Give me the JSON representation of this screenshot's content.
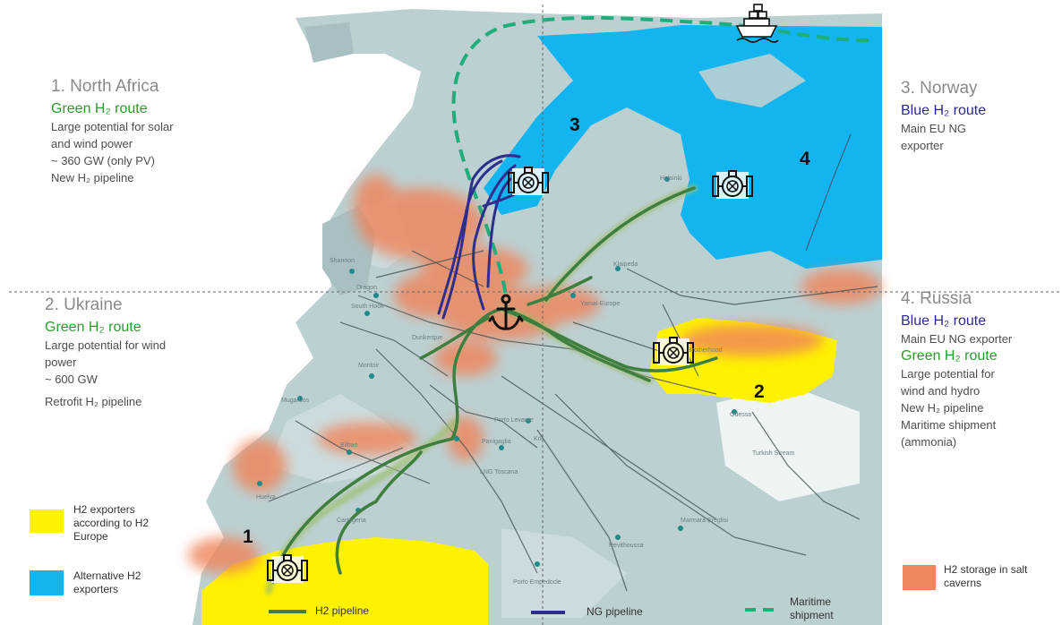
{
  "regions": {
    "north_africa": {
      "title": "1. North Africa",
      "route": "Green H₂ route",
      "lines": [
        "Large potential for solar",
        "and wind power",
        "~ 360 GW (only PV)",
        "New H₂ pipeline"
      ]
    },
    "ukraine": {
      "title": "2. Ukraine",
      "route": "Green H₂ route",
      "lines": [
        "Large potential for wind",
        "power",
        "~ 600 GW",
        "Retrofit H₂ pipeline"
      ]
    },
    "norway": {
      "title": "3. Norway",
      "route": "Blue H₂ route",
      "lines": [
        "Main EU NG",
        "exporter"
      ]
    },
    "russia": {
      "title": "4. Russia",
      "route_blue": "Blue H₂ route",
      "line_blue": "Main EU NG exporter",
      "route_green": "Green H₂ route",
      "lines": [
        "Large potential for",
        "wind and hydro",
        "New H₂ pipeline",
        "Maritime shipment",
        "(ammonia)"
      ]
    }
  },
  "map_numbers": [
    "1",
    "2",
    "3",
    "4"
  ],
  "legend": {
    "h2_exporters": "H2 exporters according to H2 Europe",
    "alt_exporters": "Alternative H2 exporters",
    "storage": "H2 storage in salt caverns",
    "h2_pipeline": "H2 pipeline",
    "ng_pipeline": "NG pipeline",
    "maritime": "Maritime shipment"
  },
  "city_labels": [
    "Helsinki",
    "Klaipeda",
    "Yamal-Europe",
    "Brotherhood",
    "Odessa",
    "Turkish Stream",
    "Marmara Ereglisi",
    "Porto Levante",
    "Krk",
    "Panigaglia",
    "LNG Toscana",
    "Bilbao",
    "Mugardos",
    "Huelva",
    "Cartagena",
    "Revithoussa",
    "Dunkerque",
    "South Hook",
    "Montoir",
    "Porto Empedocle",
    "Shannon",
    "Dragon"
  ],
  "colors": {
    "sea_land": "#b9ccce",
    "blue_region": "#12b5ef",
    "yellow_region": "#fff200",
    "storage": "#f0845a",
    "h2_pipeline": "#3e7e3e",
    "ng_pipeline": "#2e2e8e",
    "maritime": "#1dae7c"
  },
  "icons": [
    "compressor-station-icon",
    "anchor-icon",
    "ship-icon"
  ]
}
